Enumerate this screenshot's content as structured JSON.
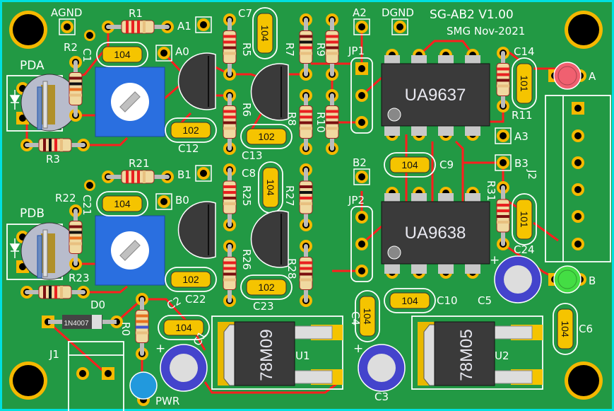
{
  "board": {
    "title": "SG-AB2 V1.00",
    "subtitle": "SMG Nov-2021",
    "colors": {
      "board": "#229944",
      "trace": "#ff1e1e",
      "pad": "#f5b800",
      "silk": "#ffffff",
      "edge": "#00e0e0"
    }
  },
  "test_points": {
    "agnd": "AGND",
    "dgnd": "DGND",
    "a0": "A0",
    "a1": "A1",
    "a2": "A2",
    "a3": "A3",
    "b0": "B0",
    "b1": "B1",
    "b2": "B2",
    "b3": "B3"
  },
  "resistors": {
    "r0": "R0",
    "r1": "R1",
    "r2": "R2",
    "r3": "R3",
    "r5": "R5",
    "r6": "R6",
    "r7": "R7",
    "r8": "R8",
    "r9": "R9",
    "r10": "R10",
    "r11": "R11",
    "r21": "R21",
    "r22": "R22",
    "r23": "R23",
    "r25": "R25",
    "r26": "R26",
    "r27": "R27",
    "r28": "R28",
    "r31": "R31"
  },
  "capacitors": {
    "c1": "C1",
    "c1e": "C1",
    "c2": "C2",
    "c3": "C3",
    "c4": "C4",
    "c5": "C5",
    "c6": "C6",
    "c7": "C7",
    "c8": "C8",
    "c9": "C9",
    "c10": "C10",
    "c12": "C12",
    "c13": "C13",
    "c14": "C14",
    "c21": "C21",
    "c22": "C22",
    "c23": "C23",
    "c24": "C24"
  },
  "cap_values": {
    "v104": "104",
    "v102": "102",
    "v101": "101"
  },
  "connectors": {
    "jp1": "JP1",
    "jp2": "JP2",
    "j1": "J1",
    "j2": "J2"
  },
  "sensors": {
    "pda": "PDA",
    "pdb": "PDB"
  },
  "leds": {
    "a": "A",
    "b": "B",
    "pwr": "PWR"
  },
  "ics": {
    "u1_label": "U1",
    "u2_label": "U2",
    "u1_part": "78M09",
    "u2_part": "78M05",
    "ic_a": "UA9637",
    "ic_b": "UA9638"
  },
  "diode": {
    "label": "D0",
    "part": "1N4007"
  }
}
